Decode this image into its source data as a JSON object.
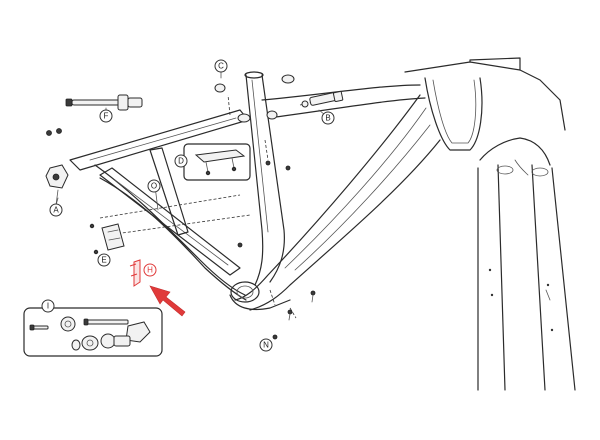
{
  "callouts": {
    "a": "A",
    "b": "B",
    "c": "C",
    "d": "D",
    "e": "E",
    "f": "F",
    "h": "H",
    "i": "I",
    "n": "N",
    "o": "O"
  },
  "colors": {
    "line": "#2b2b2b",
    "highlight": "#e03a3a",
    "fill": "#f2f2f2"
  }
}
